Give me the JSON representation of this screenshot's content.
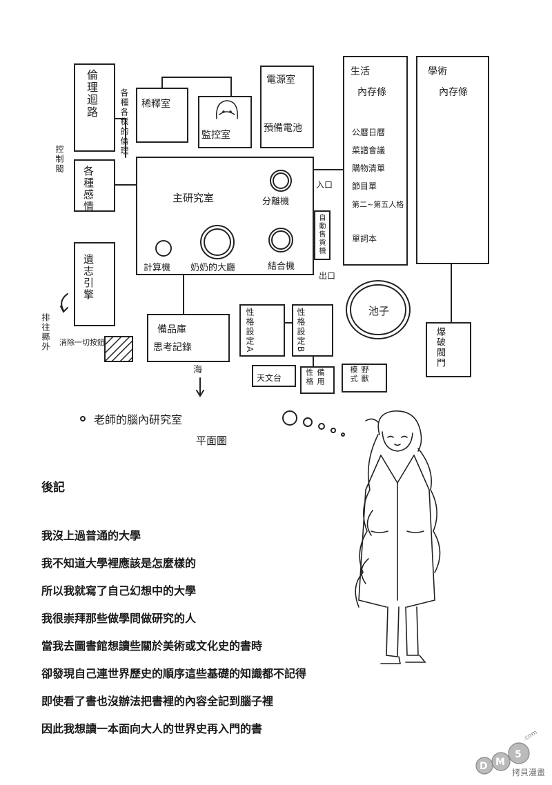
{
  "floorplan": {
    "rooms": {
      "ethics_circuit": "倫理迴路",
      "all_ethics": "各種各樣的倫理",
      "dilution_room": "稀釋室",
      "monitor_room": "監控室",
      "power_room": "電源室",
      "backup_battery": "預備電池",
      "control_valve": "控制閥",
      "emotions": "各種感情",
      "main_lab": "主研究室",
      "separator": "分離機",
      "calculator": "計算機",
      "grandma_hall": "奶奶的大廳",
      "combiner": "結合機",
      "auto_vending": "自動售貨機",
      "entrance": "入口",
      "exit": "出口",
      "relic_engine": "遺志引擎",
      "drain": "排往縣外",
      "erase_button": "消除一切按鈕",
      "storage": "備品庫",
      "thought_records": "思考記錄",
      "personality_a": "性格設定A",
      "personality_b": "性格設定B",
      "observatory": "天文台",
      "spare_personality": "備用性格",
      "wild_mode": "野獸模式",
      "sea": "海",
      "pond": "池子",
      "life_memo_title": "生活",
      "life_memo_sub": "內存條",
      "life_memo_items": [
        "公曆日曆",
        "菜譜會議",
        "購物清單",
        "節目單",
        "第二~第五人格",
        "單詞本"
      ],
      "academic_title": "學術",
      "academic_sub": "內存條",
      "explosion_valve": "爆破閥門"
    },
    "caption_line1": "老師的腦內研究室",
    "caption_line2": "平面圖"
  },
  "afterword": {
    "title": "後記",
    "lines": [
      "我沒上過普通的大學",
      "我不知道大學裡應該是怎麼樣的",
      "所以我就寫了自己幻想中的大學",
      "我很崇拜那些做學問做研究的人",
      "當我去圖書館想讀些關於美術或文化史的書時",
      "卻發現自己連世界歷史的順序這些基礎的知識都不記得",
      "即使看了書也沒辦法把書裡的內容全記到腦子裡",
      "因此我想讀一本面向大人的世界史再入門的書"
    ]
  },
  "watermark": {
    "logo": "DM5.com",
    "text": "拷貝漫畫"
  }
}
